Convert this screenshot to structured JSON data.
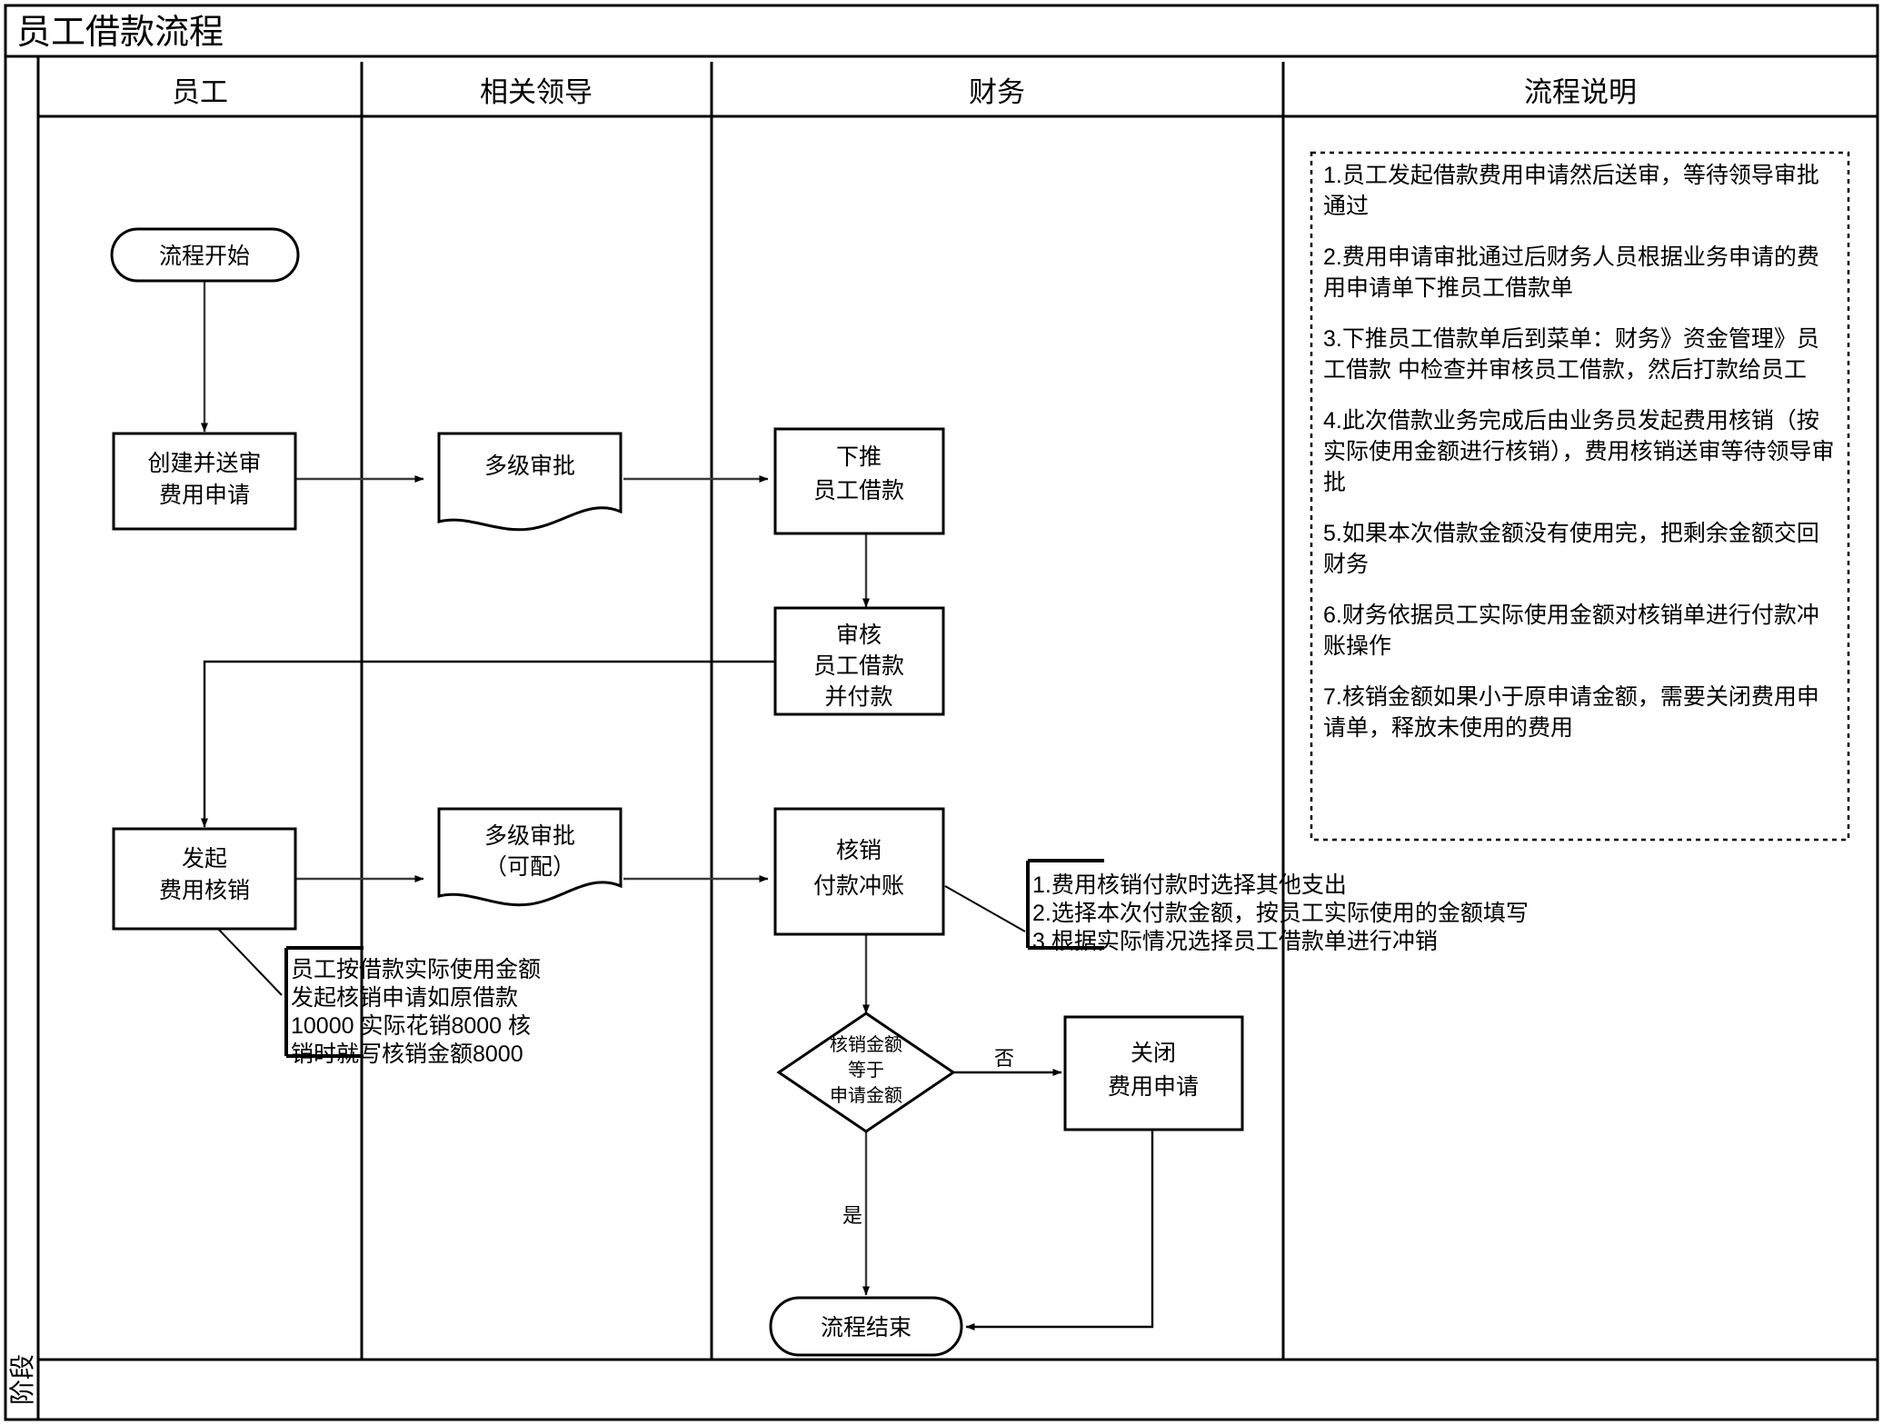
{
  "title": "员工借款流程",
  "stage_label": "阶段",
  "columns": [
    {
      "id": "employee",
      "label": "员工"
    },
    {
      "id": "leader",
      "label": "相关领导"
    },
    {
      "id": "finance",
      "label": "财务"
    },
    {
      "id": "description",
      "label": "流程说明"
    }
  ],
  "nodes": {
    "start": {
      "label": "流程开始",
      "shape": "terminator",
      "lane": "employee"
    },
    "create_apply": {
      "line1": "创建并送审",
      "line2": "费用申请",
      "shape": "process",
      "lane": "employee"
    },
    "approval_1": {
      "label": "多级审批",
      "shape": "document",
      "lane": "leader"
    },
    "push_loan": {
      "line1": "下推",
      "line2": "员工借款",
      "shape": "process",
      "lane": "finance"
    },
    "audit_pay": {
      "line1": "审核",
      "line2": "员工借款",
      "line3": "并付款",
      "shape": "process",
      "lane": "finance"
    },
    "start_writeoff": {
      "line1": "发起",
      "line2": "费用核销",
      "shape": "process",
      "lane": "employee"
    },
    "approval_2": {
      "line1": "多级审批",
      "line2": "（可配）",
      "shape": "document",
      "lane": "leader"
    },
    "writeoff_pay": {
      "line1": "核销",
      "line2": "付款冲账",
      "shape": "process",
      "lane": "finance"
    },
    "decision": {
      "line1": "核销金额",
      "line2": "等于",
      "line3": "申请金额",
      "shape": "decision",
      "lane": "finance"
    },
    "close_apply": {
      "line1": "关闭",
      "line2": "费用申请",
      "shape": "process",
      "lane": "finance"
    },
    "end": {
      "label": "流程结束",
      "shape": "terminator",
      "lane": "finance"
    }
  },
  "edge_labels": {
    "decision_no": "否",
    "decision_yes": "是"
  },
  "notes": {
    "writeoff_amount": {
      "lines": [
        "员工按借款实际使用金额",
        "发起核销申请如原借款",
        "10000  实际花销8000  核",
        "销时就写核销金额8000"
      ]
    },
    "payment_steps": {
      "lines": [
        "1.费用核销付款时选择其他支出",
        "2.选择本次付款金额，按员工实际使用的金额填写",
        "3.根据实际情况选择员工借款单进行冲销"
      ]
    }
  },
  "description_items": [
    "1.员工发起借款费用申请然后送审，等待领导审批通过",
    "2.费用申请审批通过后财务人员根据业务申请的费用申请单下推员工借款单",
    "3.下推员工借款单后到菜单：财务》资金管理》员工借款 中检查并审核员工借款，然后打款给员工",
    "4.此次借款业务完成后由业务员发起费用核销（按实际使用金额进行核销），费用核销送审等待领导审批",
    "5.如果本次借款金额没有使用完，把剩余金额交回财务",
    "6.财务依据员工实际使用金额对核销单进行付款冲账操作",
    "7.核销金额如果小于原申请金额，需要关闭费用申请单，释放未使用的费用"
  ],
  "colors": {
    "stroke": "#000000",
    "connector": "#3b3b3b",
    "background": "#ffffff"
  }
}
